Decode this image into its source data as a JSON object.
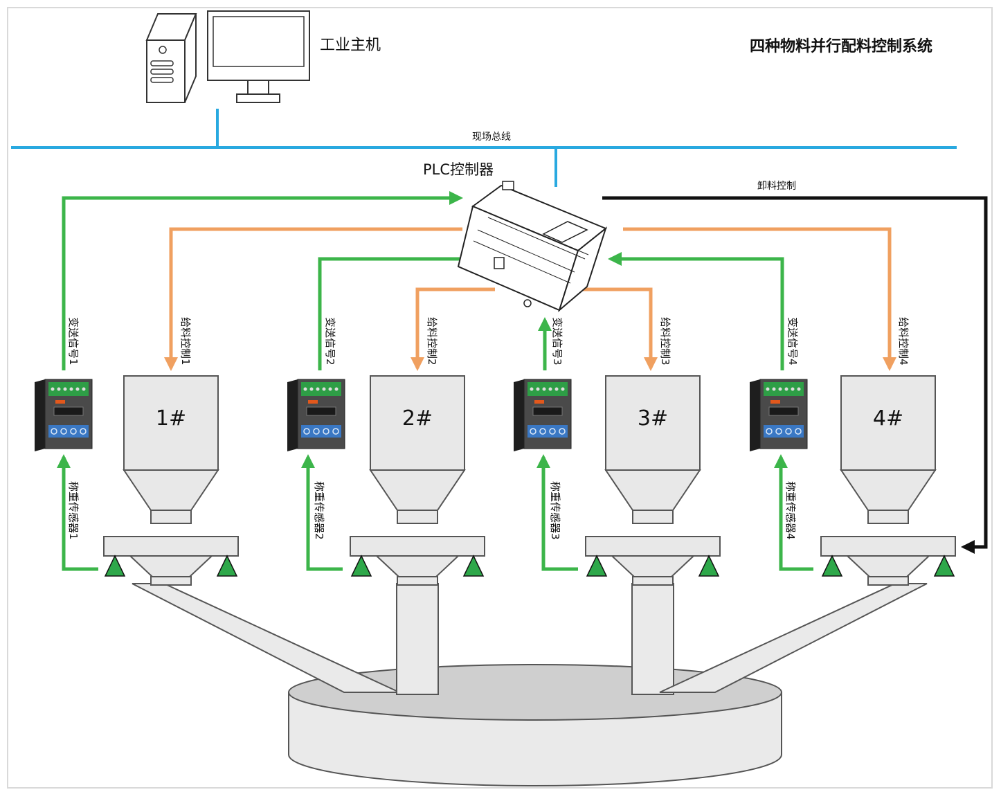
{
  "title": "四种物料并行配料控制系统",
  "host_label": "工业主机",
  "bus_label": "现场总线",
  "plc_label": "PLC控制器",
  "discharge_label": "卸料控制",
  "colors": {
    "bus": "#29a9e0",
    "signal": "#3cb54a",
    "feed": "#f0a060",
    "discharge": "#111111",
    "hopper": "#e8e8e8",
    "hopper_stroke": "#555555",
    "sensor": "#2ea84a"
  },
  "units": [
    {
      "hopper": "1#",
      "signal": "变送信号1",
      "feed": "给料控制1",
      "sensor": "称重传感器1"
    },
    {
      "hopper": "2#",
      "signal": "变送信号2",
      "feed": "给料控制2",
      "sensor": "称重传感器2"
    },
    {
      "hopper": "3#",
      "signal": "变送信号3",
      "feed": "给料控制3",
      "sensor": "称重传感器3"
    },
    {
      "hopper": "4#",
      "signal": "变送信号4",
      "feed": "给料控制4",
      "sensor": "称重传感器4"
    }
  ]
}
